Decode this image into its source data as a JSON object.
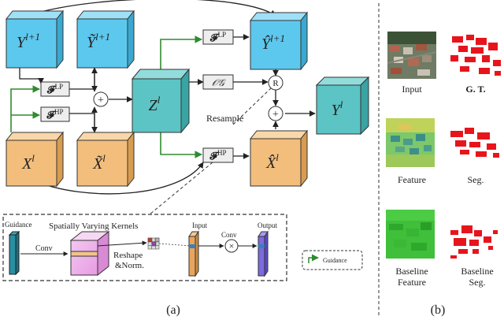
{
  "blocks": {
    "y_l1": "Y",
    "y_l1_sup": "l+1",
    "ytilde_l1": "Ỹ",
    "ytilde_l1_sup": "l+1",
    "z_l": "Z",
    "z_l_sup": "l",
    "yhat_l1": "Ŷ",
    "yhat_l1_sup": "l+1",
    "x_l": "X",
    "x_l_sup": "l",
    "xtilde_l": "X̃",
    "xtilde_l_sup": "l",
    "xhat_l": "X̂",
    "xhat_l_sup": "l",
    "y_l": "Y",
    "y_l_sup": "l"
  },
  "ops": {
    "f_lp_1": "𝓕",
    "f_lp_1_sup": "LP",
    "f_hp_1": "𝓕",
    "f_hp_1_sup": "HP",
    "f_lp_2": "𝓕",
    "f_lp_2_sup": "LP",
    "f_hp_2": "𝓕",
    "f_hp_2_sup": "HP",
    "og": "𝒪𝒢",
    "plus": "+",
    "resample_node": "R",
    "resample_label": "Resample"
  },
  "inset": {
    "guidance": "Guidance",
    "title": "Spatially Varying Kernels",
    "conv1": "Conv",
    "reshape": "Reshape",
    "norm": "&Norm.",
    "input": "Input",
    "conv2": "Conv",
    "times": "×",
    "output": "Output"
  },
  "legend": {
    "guidance": "Guidance"
  },
  "panel_b": {
    "input": "Input",
    "gt": "G. T.",
    "feature": "Feature",
    "seg": "Seg.",
    "baseline_feature_1": "Baseline",
    "baseline_feature_2": "Feature",
    "baseline_seg_1": "Baseline",
    "baseline_seg_2": "Seg."
  },
  "captions": {
    "a": "(a)",
    "b": "(b)"
  },
  "colors": {
    "cube_blue": "#5dc8ee",
    "cube_teal": "#5cc4c4",
    "cube_orange": "#f3be7c",
    "guidance_arrow": "#2f8c2f",
    "seg_red": "#e8141c"
  }
}
